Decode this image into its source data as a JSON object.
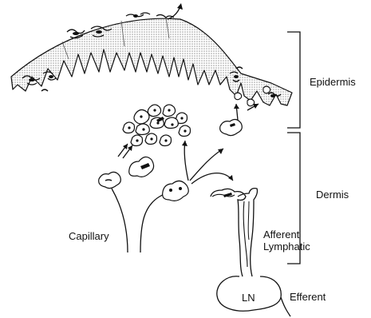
{
  "figure": {
    "labels": {
      "epidermis": "Epidermis",
      "dermis": "Dermis",
      "capillary": "Capillary",
      "afferent_line1": "Afferent",
      "afferent_line2": "Lymphatic",
      "ln": "LN",
      "efferent": "Efferent"
    },
    "colors": {
      "ink": "#111111",
      "stipple": "#9a9a9a",
      "background": "#ffffff"
    }
  }
}
